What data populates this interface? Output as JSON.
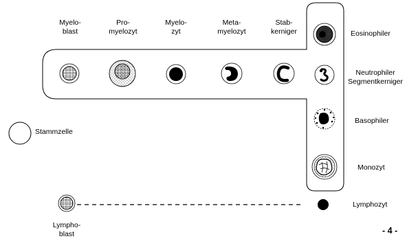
{
  "diagram": {
    "precursor_row": {
      "myeloblast": "Myelo-\nblast",
      "promyelocyte": "Pro-\nmyelozyt",
      "myelocyte": "Myelo-\nzyt",
      "metamyelocyte": "Meta-\nmyelozyt",
      "band": "Stab-\nkerniger"
    },
    "mature_cells": {
      "eosinophil": "Eosinophiler",
      "neutrophil": "Neutrophiler\nSegmentkerniger",
      "basophil": "Basophiler",
      "monocyte": "Monozyt",
      "lymphocyte": "Lymphozyt"
    },
    "stem_cell": "Stammzelle",
    "lymphoblast": "Lympho-\nblast"
  },
  "page_number": "- 4 -"
}
